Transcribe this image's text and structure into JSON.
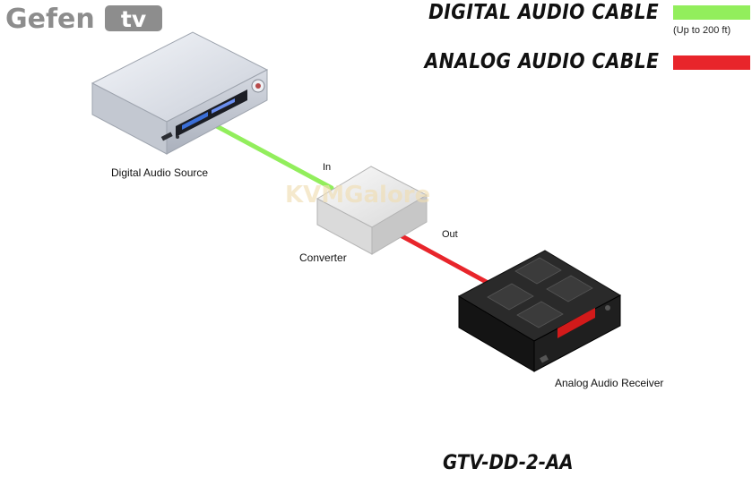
{
  "brand": {
    "name": "Gefen",
    "suffix": "tv"
  },
  "legend": {
    "digital": {
      "label": "DIGITAL AUDIO CABLE",
      "note": "(Up to 200 ft)",
      "color": "#92ee5c"
    },
    "analog": {
      "label": "ANALOG AUDIO CABLE",
      "color": "#e8252b"
    }
  },
  "devices": {
    "source": {
      "label": "Digital Audio Source"
    },
    "converter": {
      "label": "Converter",
      "in_label": "In",
      "out_label": "Out"
    },
    "receiver": {
      "label": "Analog Audio Receiver"
    }
  },
  "watermark": {
    "text": "KVMGalore"
  },
  "model": "GTV-DD-2-AA"
}
